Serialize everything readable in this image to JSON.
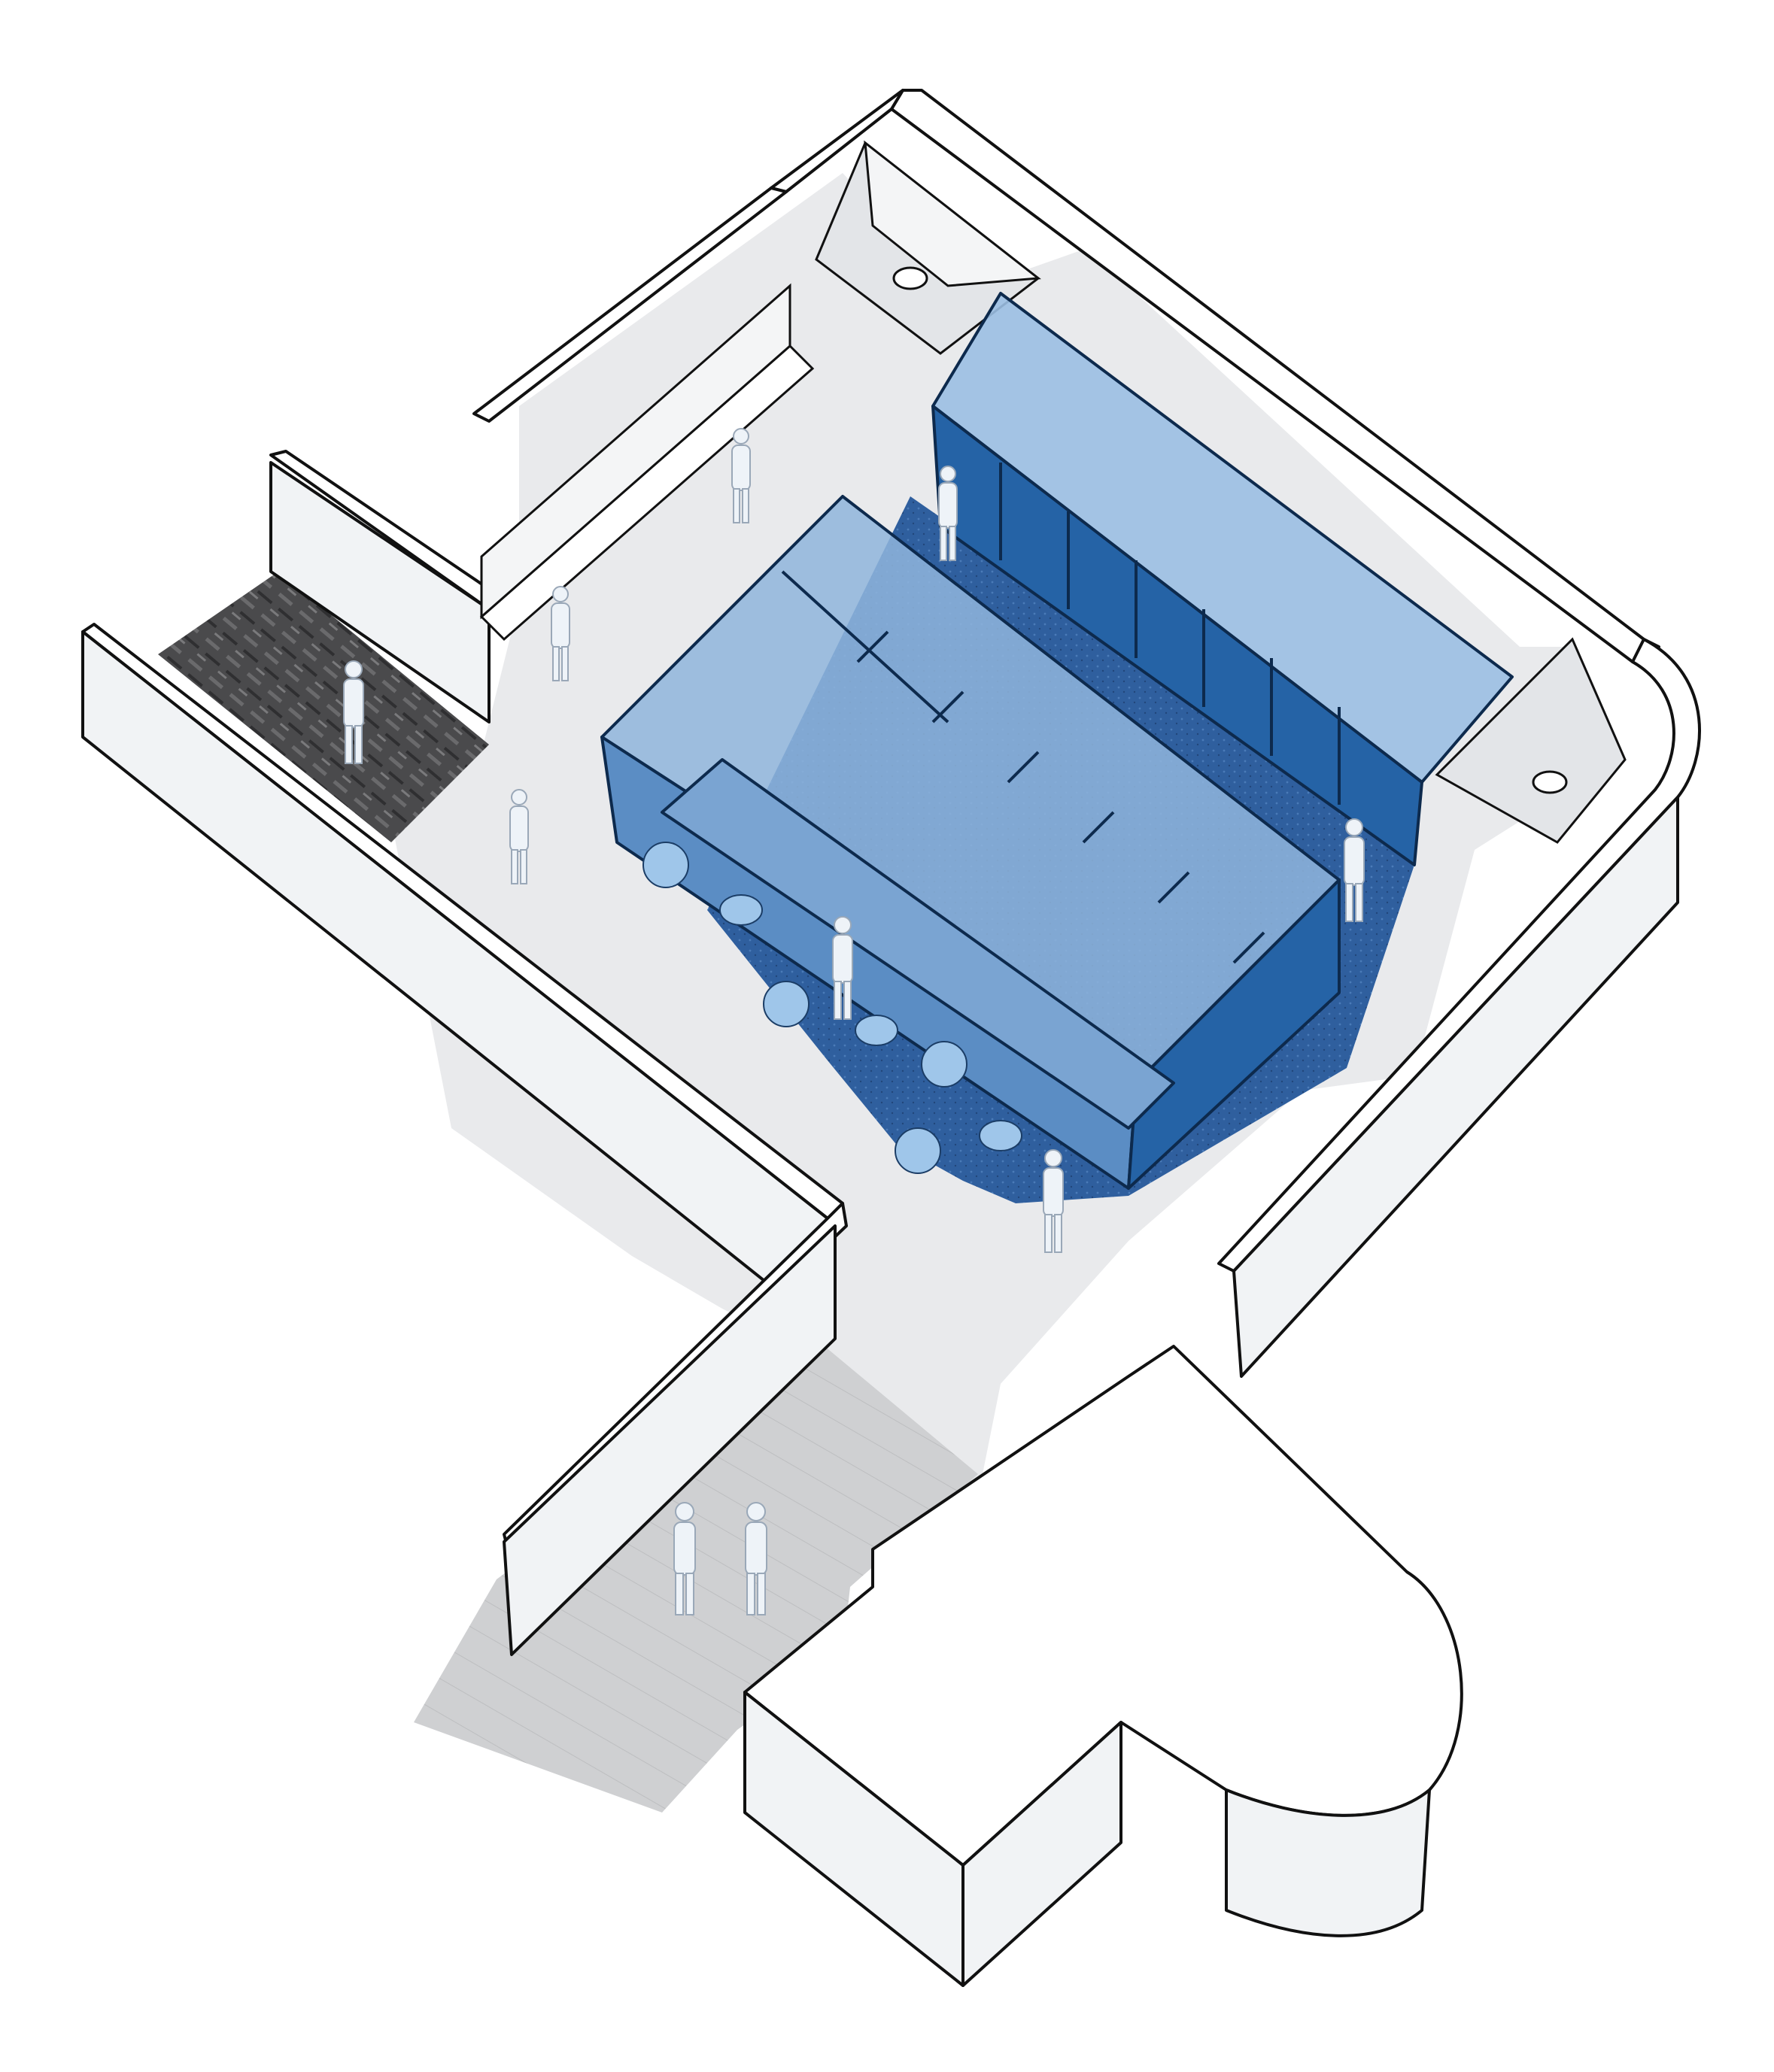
{
  "diagram": {
    "type": "axonometric floor plan",
    "labels": [],
    "colors": {
      "background": "#ffffff",
      "wall_top": "#ffffff",
      "wall_face": "#f1f3f5",
      "wall_outline": "#111111",
      "floor_terrazzo": "#e9eaec",
      "floor_corridor": "#cfd0d2",
      "carpet_dark": "#4a4a4c",
      "pod_glass": "#8fb5dc",
      "pod_glass_dark": "#5b8dc4",
      "pod_face": "#2563a6",
      "blue_carpet": "#2f5f9e",
      "stool_blue": "#9fc6ea",
      "figure": "#eef3f8"
    },
    "elements": [
      {
        "name": "restroom-pod-central",
        "kind": "glass enclosure with stalls"
      },
      {
        "name": "restroom-pod-stalls",
        "kind": "row of blue toilet stalls"
      },
      {
        "name": "accessible-restroom-top",
        "kind": "single accessible restroom"
      },
      {
        "name": "accessible-restroom-right",
        "kind": "single accessible restroom"
      },
      {
        "name": "sink-counter",
        "kind": "wash basin counter"
      },
      {
        "name": "lounge-stools",
        "kind": "round stools"
      },
      {
        "name": "entry-corridor",
        "kind": "corridor"
      },
      {
        "name": "carpet-corridor",
        "kind": "carpeted corridor"
      }
    ]
  }
}
